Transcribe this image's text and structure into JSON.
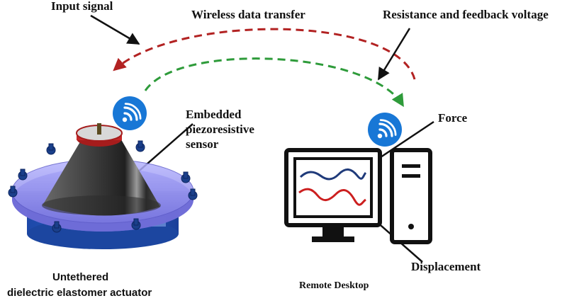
{
  "labels": {
    "input_signal": "Input signal",
    "wireless_transfer": "Wireless data transfer",
    "resistance_feedback": "Resistance and feedback voltage",
    "sensor_line1": "Embedded",
    "sensor_line2": "piezoresistive",
    "sensor_line3": "sensor",
    "force": "Force",
    "displacement": "Displacement",
    "actuator_line1": "Untethered",
    "actuator_line2": "dielectric elastomer actuator",
    "remote_desktop": "Remote Desktop"
  },
  "icons": {
    "left_wifi": "wifi-icon",
    "right_wifi": "wifi-icon",
    "monitor": "monitor-icon",
    "tower": "computer-tower-icon",
    "actuator": "actuator-device-icon"
  },
  "colors": {
    "outgoing_arrow": "#b22222",
    "incoming_arrow": "#2e9b3a",
    "wifi_badge": "#1877d6",
    "force_trace": "#1f3a7a",
    "displacement_trace": "#cc1f1f",
    "actuator_ring": "#8a87e8",
    "actuator_base": "#2356b8",
    "actuator_cone": "#3a3a3a"
  }
}
